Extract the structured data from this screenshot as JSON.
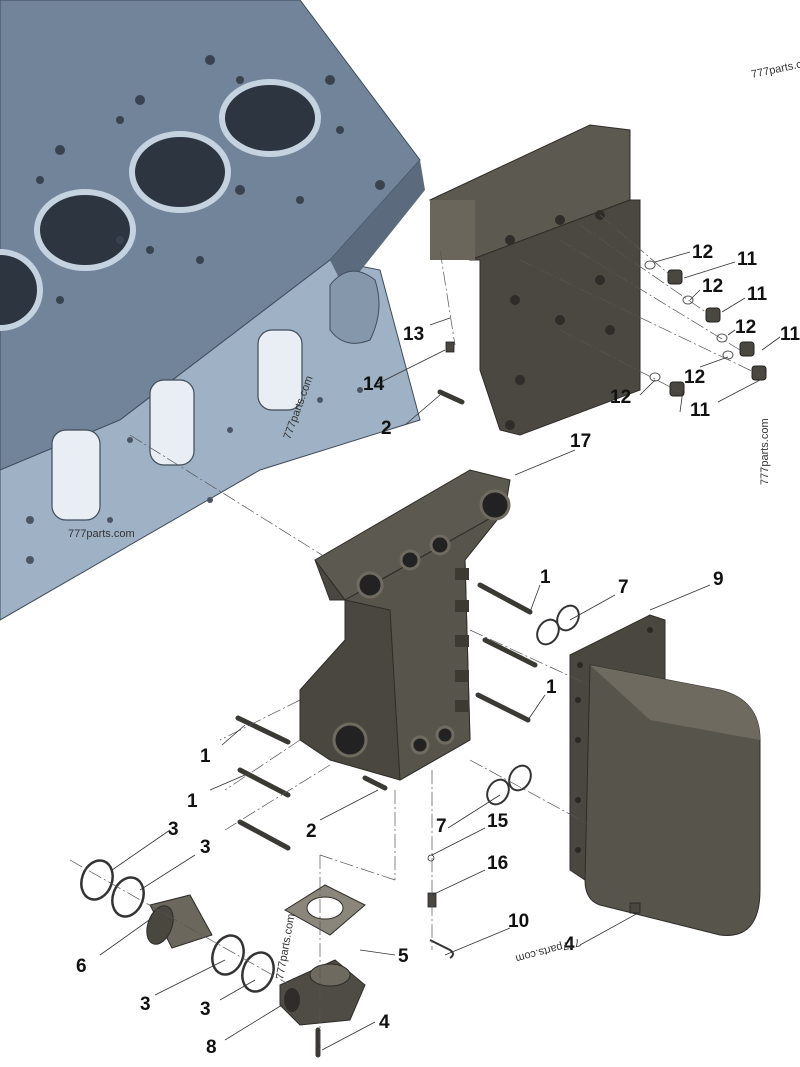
{
  "watermark": "777parts.com",
  "colors": {
    "block_top": "#6f8196",
    "block_face": "#9eb0c4",
    "block_dark": "#3f4c5b",
    "part": "#5d5a52",
    "part_light": "#8a867b",
    "part_dark": "#3b3934"
  },
  "callouts": {
    "c1a": "1",
    "c1b": "1",
    "c1c": "1",
    "c1d": "1",
    "c2a": "2",
    "c2b": "2",
    "c3a": "3",
    "c3b": "3",
    "c3c": "3",
    "c3d": "3",
    "c4a": "4",
    "c4b": "4",
    "c5": "5",
    "c6": "6",
    "c7a": "7",
    "c7b": "7",
    "c8": "8",
    "c9": "9",
    "c10": "10",
    "c11a": "11",
    "c11b": "11",
    "c11c": "11",
    "c11d": "11",
    "c12a": "12",
    "c12b": "12",
    "c12c": "12",
    "c12d": "12",
    "c12e": "12",
    "c13": "13",
    "c14": "14",
    "c15": "15",
    "c16": "16",
    "c17": "17"
  }
}
